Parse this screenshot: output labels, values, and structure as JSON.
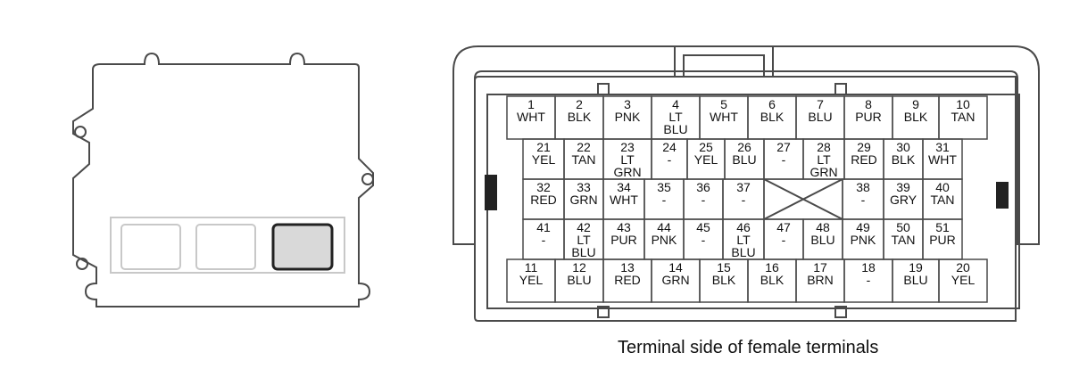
{
  "caption": "Terminal side of female terminals",
  "connector": {
    "rows": [
      {
        "terminals": [
          {
            "num": "1",
            "color": "WHT"
          },
          {
            "num": "2",
            "color": "BLK"
          },
          {
            "num": "3",
            "color": "PNK"
          },
          {
            "num": "4",
            "color": "LT\nBLU"
          },
          {
            "num": "5",
            "color": "WHT"
          },
          {
            "num": "6",
            "color": "BLK"
          },
          {
            "num": "7",
            "color": "BLU"
          },
          {
            "num": "8",
            "color": "PUR"
          },
          {
            "num": "9",
            "color": "BLK"
          },
          {
            "num": "10",
            "color": "TAN"
          }
        ]
      },
      {
        "terminals": [
          {
            "num": "21",
            "color": "YEL"
          },
          {
            "num": "22",
            "color": "TAN"
          },
          {
            "num": "23",
            "color": "LT\nGRN"
          },
          {
            "num": "24",
            "color": "-"
          },
          {
            "num": "25",
            "color": "YEL"
          },
          {
            "num": "26",
            "color": "BLU"
          },
          {
            "num": "27",
            "color": "-"
          },
          {
            "num": "28",
            "color": "LT\nGRN"
          },
          {
            "num": "29",
            "color": "RED"
          },
          {
            "num": "30",
            "color": "BLK"
          },
          {
            "num": "31",
            "color": "WHT"
          }
        ]
      },
      {
        "terminals": [
          {
            "num": "32",
            "color": "RED"
          },
          {
            "num": "33",
            "color": "GRN"
          },
          {
            "num": "34",
            "color": "WHT"
          },
          {
            "num": "35",
            "color": "-"
          },
          {
            "num": "36",
            "color": "-"
          },
          {
            "num": "37",
            "color": "-"
          },
          {
            "num": "",
            "color": ""
          },
          {
            "num": "38",
            "color": "-"
          },
          {
            "num": "39",
            "color": "GRY"
          },
          {
            "num": "40",
            "color": "TAN"
          }
        ]
      },
      {
        "terminals": [
          {
            "num": "41",
            "color": "-"
          },
          {
            "num": "42",
            "color": "LT\nBLU"
          },
          {
            "num": "43",
            "color": "PUR"
          },
          {
            "num": "44",
            "color": "PNK"
          },
          {
            "num": "45",
            "color": "-"
          },
          {
            "num": "46",
            "color": "LT\nBLU"
          },
          {
            "num": "47",
            "color": "-"
          },
          {
            "num": "48",
            "color": "BLU"
          },
          {
            "num": "49",
            "color": "PNK"
          },
          {
            "num": "50",
            "color": "TAN"
          },
          {
            "num": "51",
            "color": "PUR"
          }
        ]
      },
      {
        "terminals": [
          {
            "num": "11",
            "color": "YEL"
          },
          {
            "num": "12",
            "color": "BLU"
          },
          {
            "num": "13",
            "color": "RED"
          },
          {
            "num": "14",
            "color": "GRN"
          },
          {
            "num": "15",
            "color": "BLK"
          },
          {
            "num": "16",
            "color": "BLK"
          },
          {
            "num": "17",
            "color": "BRN"
          },
          {
            "num": "18",
            "color": "-"
          },
          {
            "num": "19",
            "color": "BLU"
          },
          {
            "num": "20",
            "color": "YEL"
          }
        ]
      }
    ]
  },
  "colors": {
    "stroke": "#4a4a4a",
    "highlighted_socket": "#d9d9d9",
    "light_stroke": "#c8c8c8",
    "key_block": "#222222"
  }
}
